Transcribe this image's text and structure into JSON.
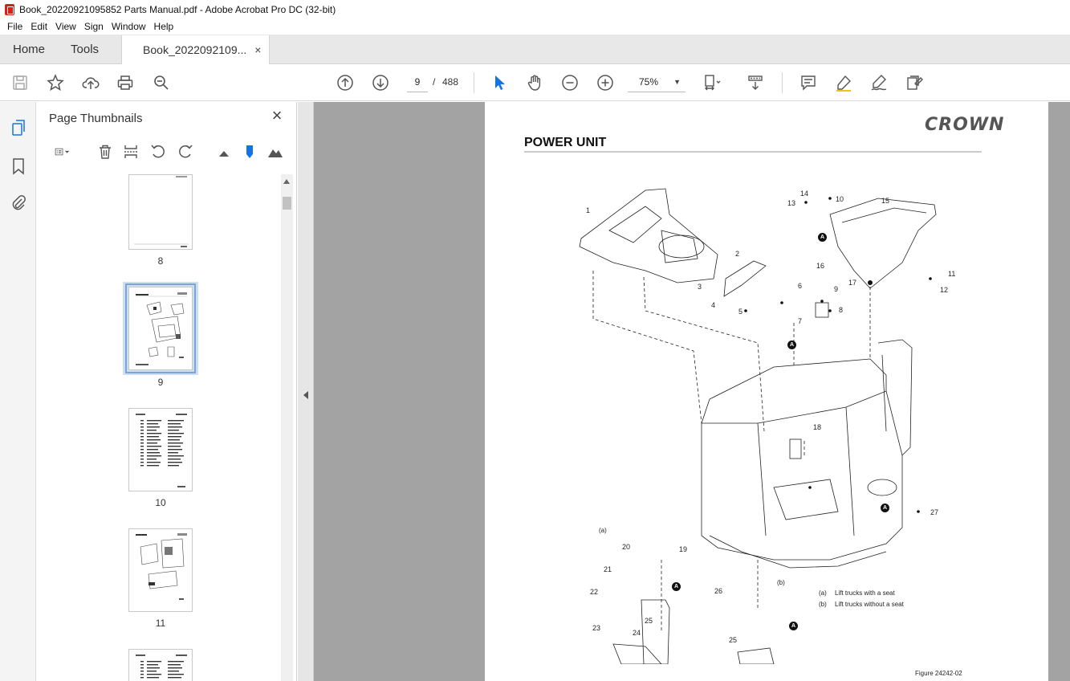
{
  "window": {
    "title": "Book_20220921095852 Parts Manual.pdf - Adobe Acrobat Pro DC (32-bit)"
  },
  "menu": [
    "File",
    "Edit",
    "View",
    "Sign",
    "Window",
    "Help"
  ],
  "tabs": {
    "home": "Home",
    "tools": "Tools",
    "document": "Book_2022092109...",
    "close": "×"
  },
  "toolbar": {
    "current_page": "9",
    "page_separator": "/",
    "page_count": "488",
    "zoom": "75%"
  },
  "panel": {
    "title": "Page Thumbnails",
    "close": "×",
    "thumbnails": [
      {
        "label": "8"
      },
      {
        "label": "9",
        "selected": true
      },
      {
        "label": "10"
      },
      {
        "label": "11"
      }
    ]
  },
  "page": {
    "logo": "CROWN",
    "heading": "POWER UNIT",
    "legend": [
      {
        "key": "(a)",
        "text": "Lift trucks with a seat"
      },
      {
        "key": "(b)",
        "text": "Lift trucks without a seat"
      }
    ],
    "figure_number": "Figure 24242-02",
    "callouts": [
      "1",
      "2",
      "3",
      "4",
      "5",
      "6",
      "7",
      "8",
      "9",
      "10",
      "11",
      "12",
      "13",
      "14",
      "15",
      "16",
      "17",
      "18",
      "19",
      "20",
      "21",
      "22",
      "23",
      "24",
      "25",
      "26",
      "25",
      "27",
      "(a)",
      "(b)",
      "A",
      "A",
      "A",
      "A",
      "A",
      "A"
    ]
  },
  "icons": {
    "save": "save-icon",
    "bookmark": "star-icon",
    "upload": "cloud-upload-icon",
    "print": "print-icon",
    "search": "zoom-search-icon",
    "prev": "arrow-up-icon",
    "next": "arrow-down-icon",
    "select": "cursor-icon",
    "hand": "hand-icon",
    "zoom_out": "zoom-out-icon",
    "zoom_in": "zoom-in-icon",
    "fit": "fit-page-icon",
    "scroll": "scroll-mode-icon",
    "comment": "comment-icon",
    "highlight": "highlight-icon",
    "sign": "sign-icon",
    "more_tools": "more-tools-icon"
  },
  "colors": {
    "accent": "#1473e6",
    "acrobat_red": "#d4231a"
  }
}
